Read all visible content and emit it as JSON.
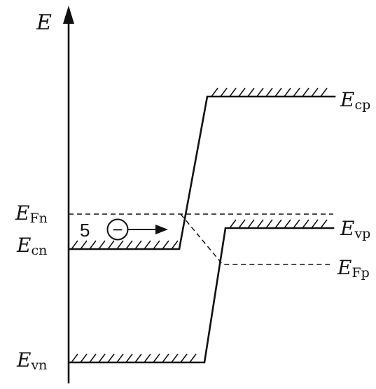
{
  "axis": {
    "label": "E"
  },
  "levels": {
    "ecp": {
      "main": "E",
      "sub": "cp"
    },
    "evp": {
      "main": "E",
      "sub": "vp"
    },
    "efp": {
      "main": "E",
      "sub": "Fp"
    },
    "efn": {
      "main": "E",
      "sub": "Fn"
    },
    "ecn": {
      "main": "E",
      "sub": "cn"
    },
    "evn": {
      "main": "E",
      "sub": "vn"
    }
  },
  "electron": {
    "number": "5",
    "charge_symbol": "−"
  }
}
